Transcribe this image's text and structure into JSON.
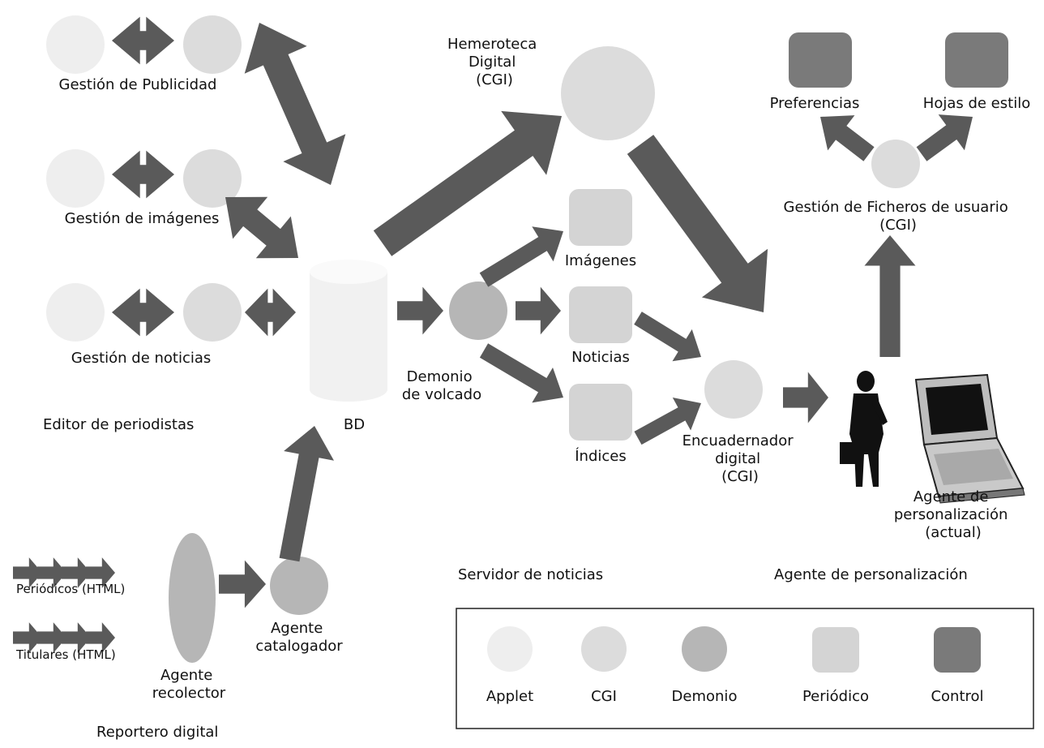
{
  "colors": {
    "applet": "#eeeeee",
    "cgi": "#dcdcdc",
    "demonio": "#b6b6b6",
    "periodico": "#d4d4d4",
    "control": "#7a7a7a",
    "arrow": "#5a5a5a",
    "bd": "#f1f1f1"
  },
  "labels": {
    "gestion_publicidad": "Gestión de Publicidad",
    "gestion_imagenes": "Gestión de imágenes",
    "gestion_noticias": "Gestión de noticias",
    "editor_periodistas": "Editor de periodistas",
    "bd": "BD",
    "hemeroteca": [
      "Hemeroteca",
      "Digital",
      "(CGI)"
    ],
    "imagenes": "Imágenes",
    "noticias": "Noticias",
    "indices": "Índices",
    "demonio_volcado": [
      "Demonio",
      "de volcado"
    ],
    "encuadernador": [
      "Encuadernador",
      "digital",
      "(CGI)"
    ],
    "preferencias": "Preferencias",
    "hojas_estilo": "Hojas de estilo",
    "gestion_ficheros": [
      "Gestión de Ficheros de usuario",
      "(CGI)"
    ],
    "agente_personalizacion_actual": [
      "Agente de",
      "personalización",
      "(actual)"
    ],
    "servidor_noticias": "Servidor de noticias",
    "agente_personalizacion": "Agente de personalización",
    "periodicos_html": "Periódicos (HTML)",
    "titulares_html": "Titulares (HTML)",
    "agente_recolector": [
      "Agente",
      "recolector"
    ],
    "agente_catalogador": [
      "Agente",
      "catalogador"
    ],
    "reportero_digital": "Reportero digital"
  },
  "legend": [
    {
      "label": "Applet",
      "shape": "circle",
      "color_key": "applet"
    },
    {
      "label": "CGI",
      "shape": "circle",
      "color_key": "cgi"
    },
    {
      "label": "Demonio",
      "shape": "circle",
      "color_key": "demonio"
    },
    {
      "label": "Periódico",
      "shape": "square",
      "color_key": "periodico"
    },
    {
      "label": "Control",
      "shape": "square",
      "color_key": "control"
    }
  ],
  "icons": {
    "user": "person-silhouette-icon",
    "computer": "laptop-computer-icon"
  }
}
